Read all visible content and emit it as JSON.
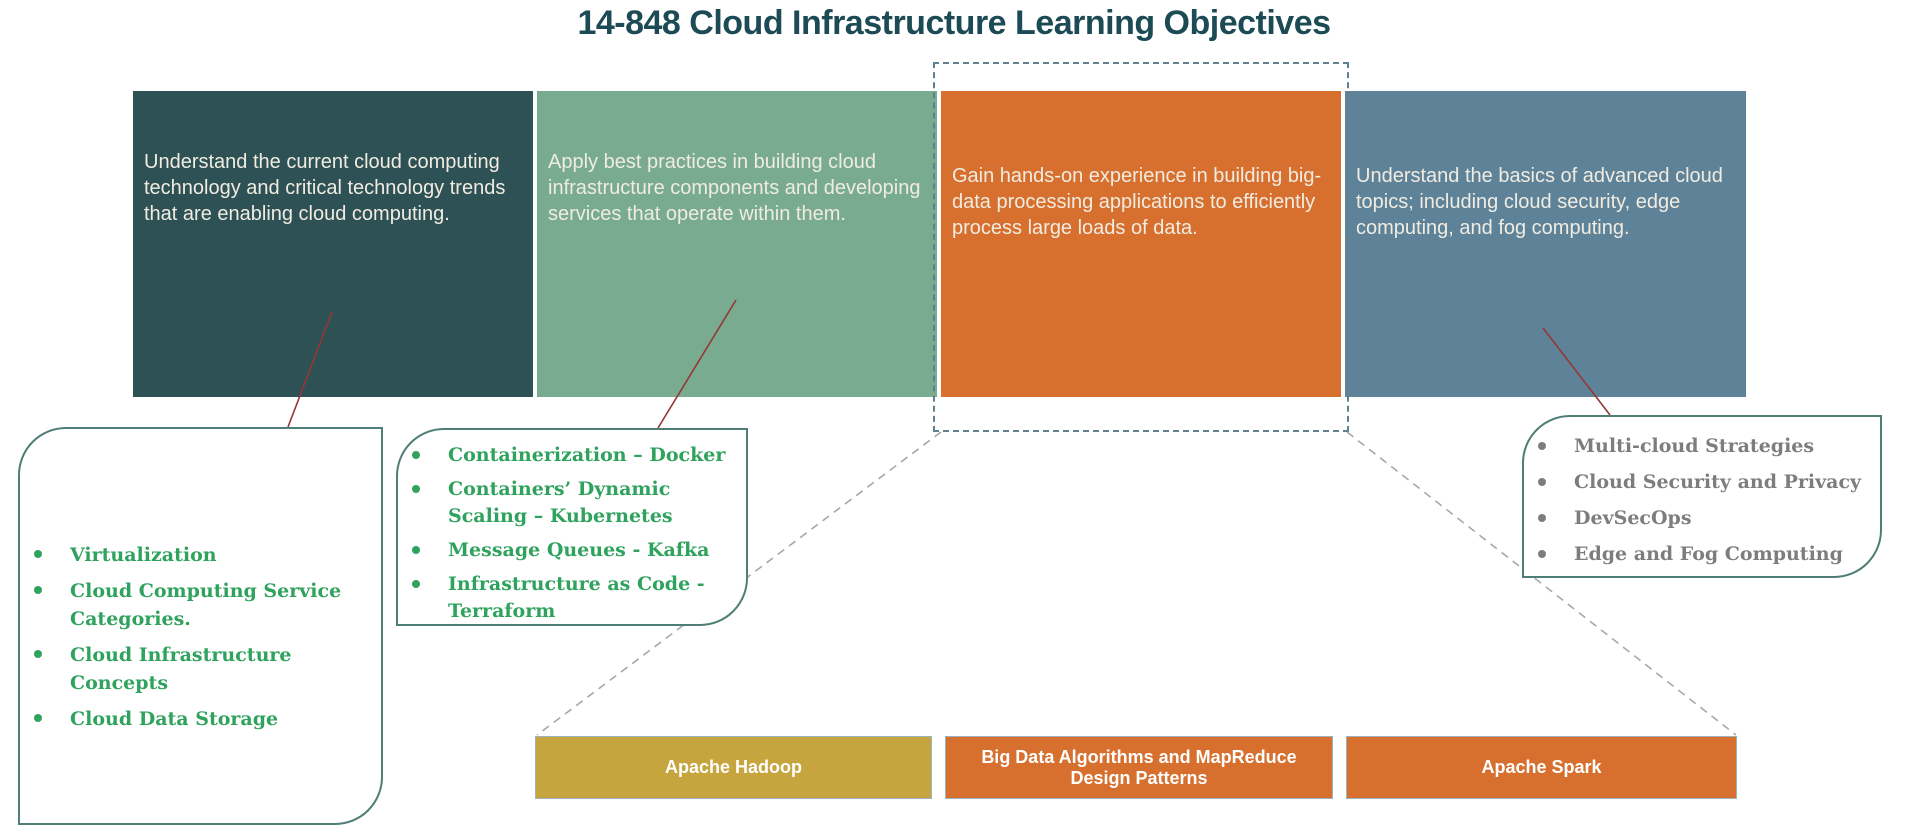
{
  "title": "14-848 Cloud Infrastructure Learning Objectives",
  "objectives": [
    {
      "text": "Understand the current cloud computing technology and critical technology trends that are enabling cloud computing."
    },
    {
      "text": "Apply best practices in building cloud infrastructure components and developing services that operate within them."
    },
    {
      "text": "Gain hands-on experience in building big-data processing applications to efficiently process large loads of data."
    },
    {
      "text": "Understand the basics of advanced cloud topics; including cloud security, edge computing, and fog computing."
    }
  ],
  "callouts": {
    "left": {
      "items": [
        "Virtualization",
        "Cloud Computing Service Categories.",
        "Cloud Infrastructure Concepts",
        "Cloud Data Storage"
      ]
    },
    "middle": {
      "items": [
        "Containerization – Docker",
        "Containers’ Dynamic Scaling – Kubernetes",
        "Message Queues - Kafka",
        "Infrastructure as Code - Terraform"
      ]
    },
    "right": {
      "items": [
        "Multi-cloud Strategies",
        "Cloud Security and Privacy",
        "DevSecOps",
        "Edge and Fog Computing"
      ]
    }
  },
  "bottom_bar": {
    "segments": [
      {
        "label": "Apache Hadoop"
      },
      {
        "label": "Big Data Algorithms and MapReduce Design Patterns"
      },
      {
        "label": "Apache Spark"
      }
    ]
  },
  "colors": {
    "title": "#1C4A55",
    "objective_box_1": "#2D5154",
    "objective_box_2": "#78AB8F",
    "objective_box_3": "#D7702F",
    "objective_box_4": "#5E8399",
    "bottom_segment_gold": "#C6A43E",
    "bottom_segment_orange": "#D7702F",
    "callout_green_text": "#2FA25D",
    "callout_gray_text": "#7D7D7D",
    "callout_border": "#4E7E76",
    "connector_line_red": "#953735",
    "guide_dash_gray": "#A8A8A8",
    "highlight_frame_dash": "#5E808F",
    "box_text": "#F1ECE1"
  }
}
